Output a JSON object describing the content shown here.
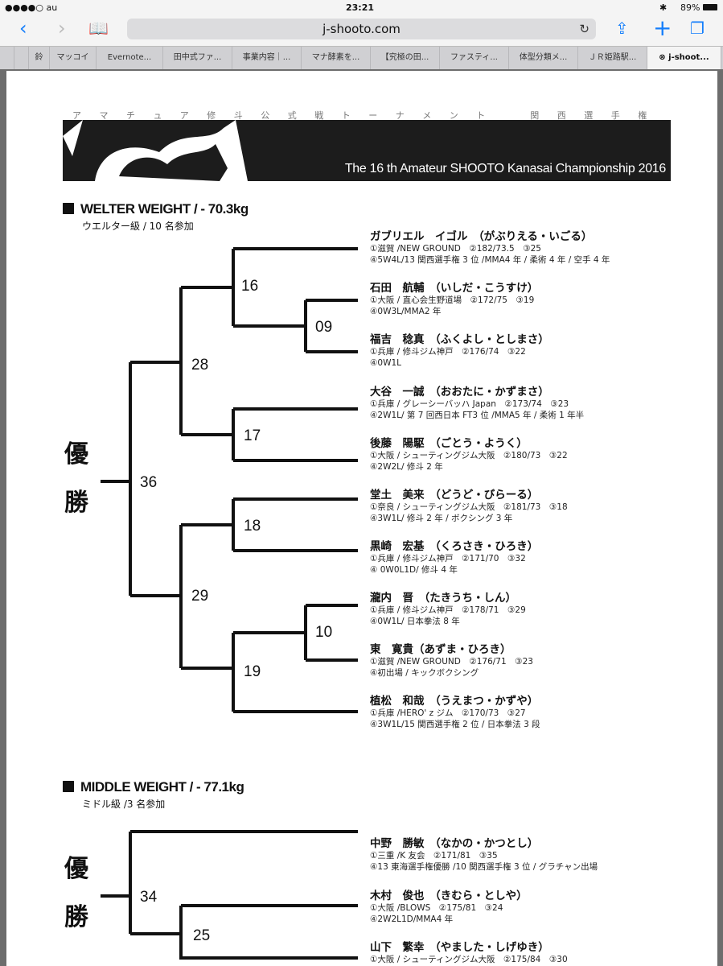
{
  "status": {
    "carrier": "●●●●○ au",
    "time": "23:21",
    "battery": "89%"
  },
  "browser": {
    "url": "j-shooto.com",
    "tabs": [
      "鈴",
      "マッコイ",
      "Evernote...",
      "田中式ファ...",
      "事業内容｜...",
      "マナ酵素を...",
      "【究極の田...",
      "ファスティ...",
      "体型分類メ...",
      "ＪＲ姫路駅...",
      "j-shoot..."
    ]
  },
  "header": {
    "subtitle": "アマチュア修斗公式戦トーナメント　関西選手権",
    "title": "The 16 th Amateur SHOOTO Kanasai Championship 2016"
  },
  "welter": {
    "title": "WELTER WEIGHT / - 70.3kg",
    "subtitle": "ウエルター級 / 10 名参加",
    "champion": [
      "優",
      "勝"
    ],
    "matches": [
      "16",
      "09",
      "28",
      "17",
      "36",
      "18",
      "29",
      "10",
      "19"
    ],
    "entrants": [
      {
        "name": "ガブリエル　イゴル　（がぶりえる・いごる）",
        "l1": "①滋賀 /NEW GROUND　②182/73.5　③25",
        "l2": "④5W4L/13 関西選手権 3 位 /MMA4 年 / 柔術 4 年 / 空手 4 年"
      },
      {
        "name": "石田　航輔　（いしだ・こうすけ）",
        "l1": "①大阪 / 直心会生野道場　②172/75　③19",
        "l2": "④0W3L/MMA2 年"
      },
      {
        "name": "福吉　稔真　（ふくよし・としまさ）",
        "l1": "①兵庫 / 修斗ジム神戸　②176/74　③22",
        "l2": "④0W1L"
      },
      {
        "name": "大谷　一誠　（おおたに・かずまさ）",
        "l1": "①兵庫 / グレーシーバッハ Japan　②173/74　③23",
        "l2": "④2W1L/ 第 7 回西日本 FT3 位 /MMA5 年 / 柔術 1 年半"
      },
      {
        "name": "後藤　陽駆　（ごとう・ようく）",
        "l1": "①大阪 / シューティングジム大阪　②180/73　③22",
        "l2": "④2W2L/ 修斗 2 年"
      },
      {
        "name": "堂土　美来　（どうど・びらーる）",
        "l1": "①奈良 / シューティングジム大阪　②181/73　③18",
        "l2": "④3W1L/ 修斗 2 年 / ボクシング 3 年"
      },
      {
        "name": "黒崎　宏基　（くろさき・ひろき）",
        "l1": "①兵庫 / 修斗ジム神戸　②171/70　③32",
        "l2": "④ 0W0L1D/ 修斗 4 年"
      },
      {
        "name": "瀧内　晋　（たきうち・しん）",
        "l1": "①兵庫 / 修斗ジム神戸　②178/71　③29",
        "l2": "④0W1L/ 日本拳法 8 年"
      },
      {
        "name": "東　寛貴（あずま・ひろき）",
        "l1": "①滋賀 /NEW GROUND　②176/71　③23",
        "l2": "④初出場 / キックボクシング"
      },
      {
        "name": "植松　和哉　（うえまつ・かずや）",
        "l1": "①兵庫 /HERO' z ジム　②170/73　③27",
        "l2": "④3W1L/15 関西選手権 2 位 / 日本拳法 3 段"
      }
    ]
  },
  "middle": {
    "title": "MIDDLE WEIGHT / - 77.1kg",
    "subtitle": "ミドル級 /3 名参加",
    "champion": [
      "優",
      "勝"
    ],
    "matches": [
      "34",
      "25"
    ],
    "entrants": [
      {
        "name": "中野　勝敏　（なかの・かつとし）",
        "l1": "①三重 /K 友会　②171/81　③35",
        "l2": "④13 東海選手権優勝 /10 関西選手権 3 位 / グラチャン出場"
      },
      {
        "name": "木村　俊也　（きむら・としや）",
        "l1": "①大阪 /BLOWS　②175/81　③24",
        "l2": "④2W2L1D/MMA4 年"
      },
      {
        "name": "山下　繁幸　（やました・しげゆき）",
        "l1": "①大阪 / シューティングジム大阪　②175/84　③30",
        "l2": ""
      }
    ]
  }
}
